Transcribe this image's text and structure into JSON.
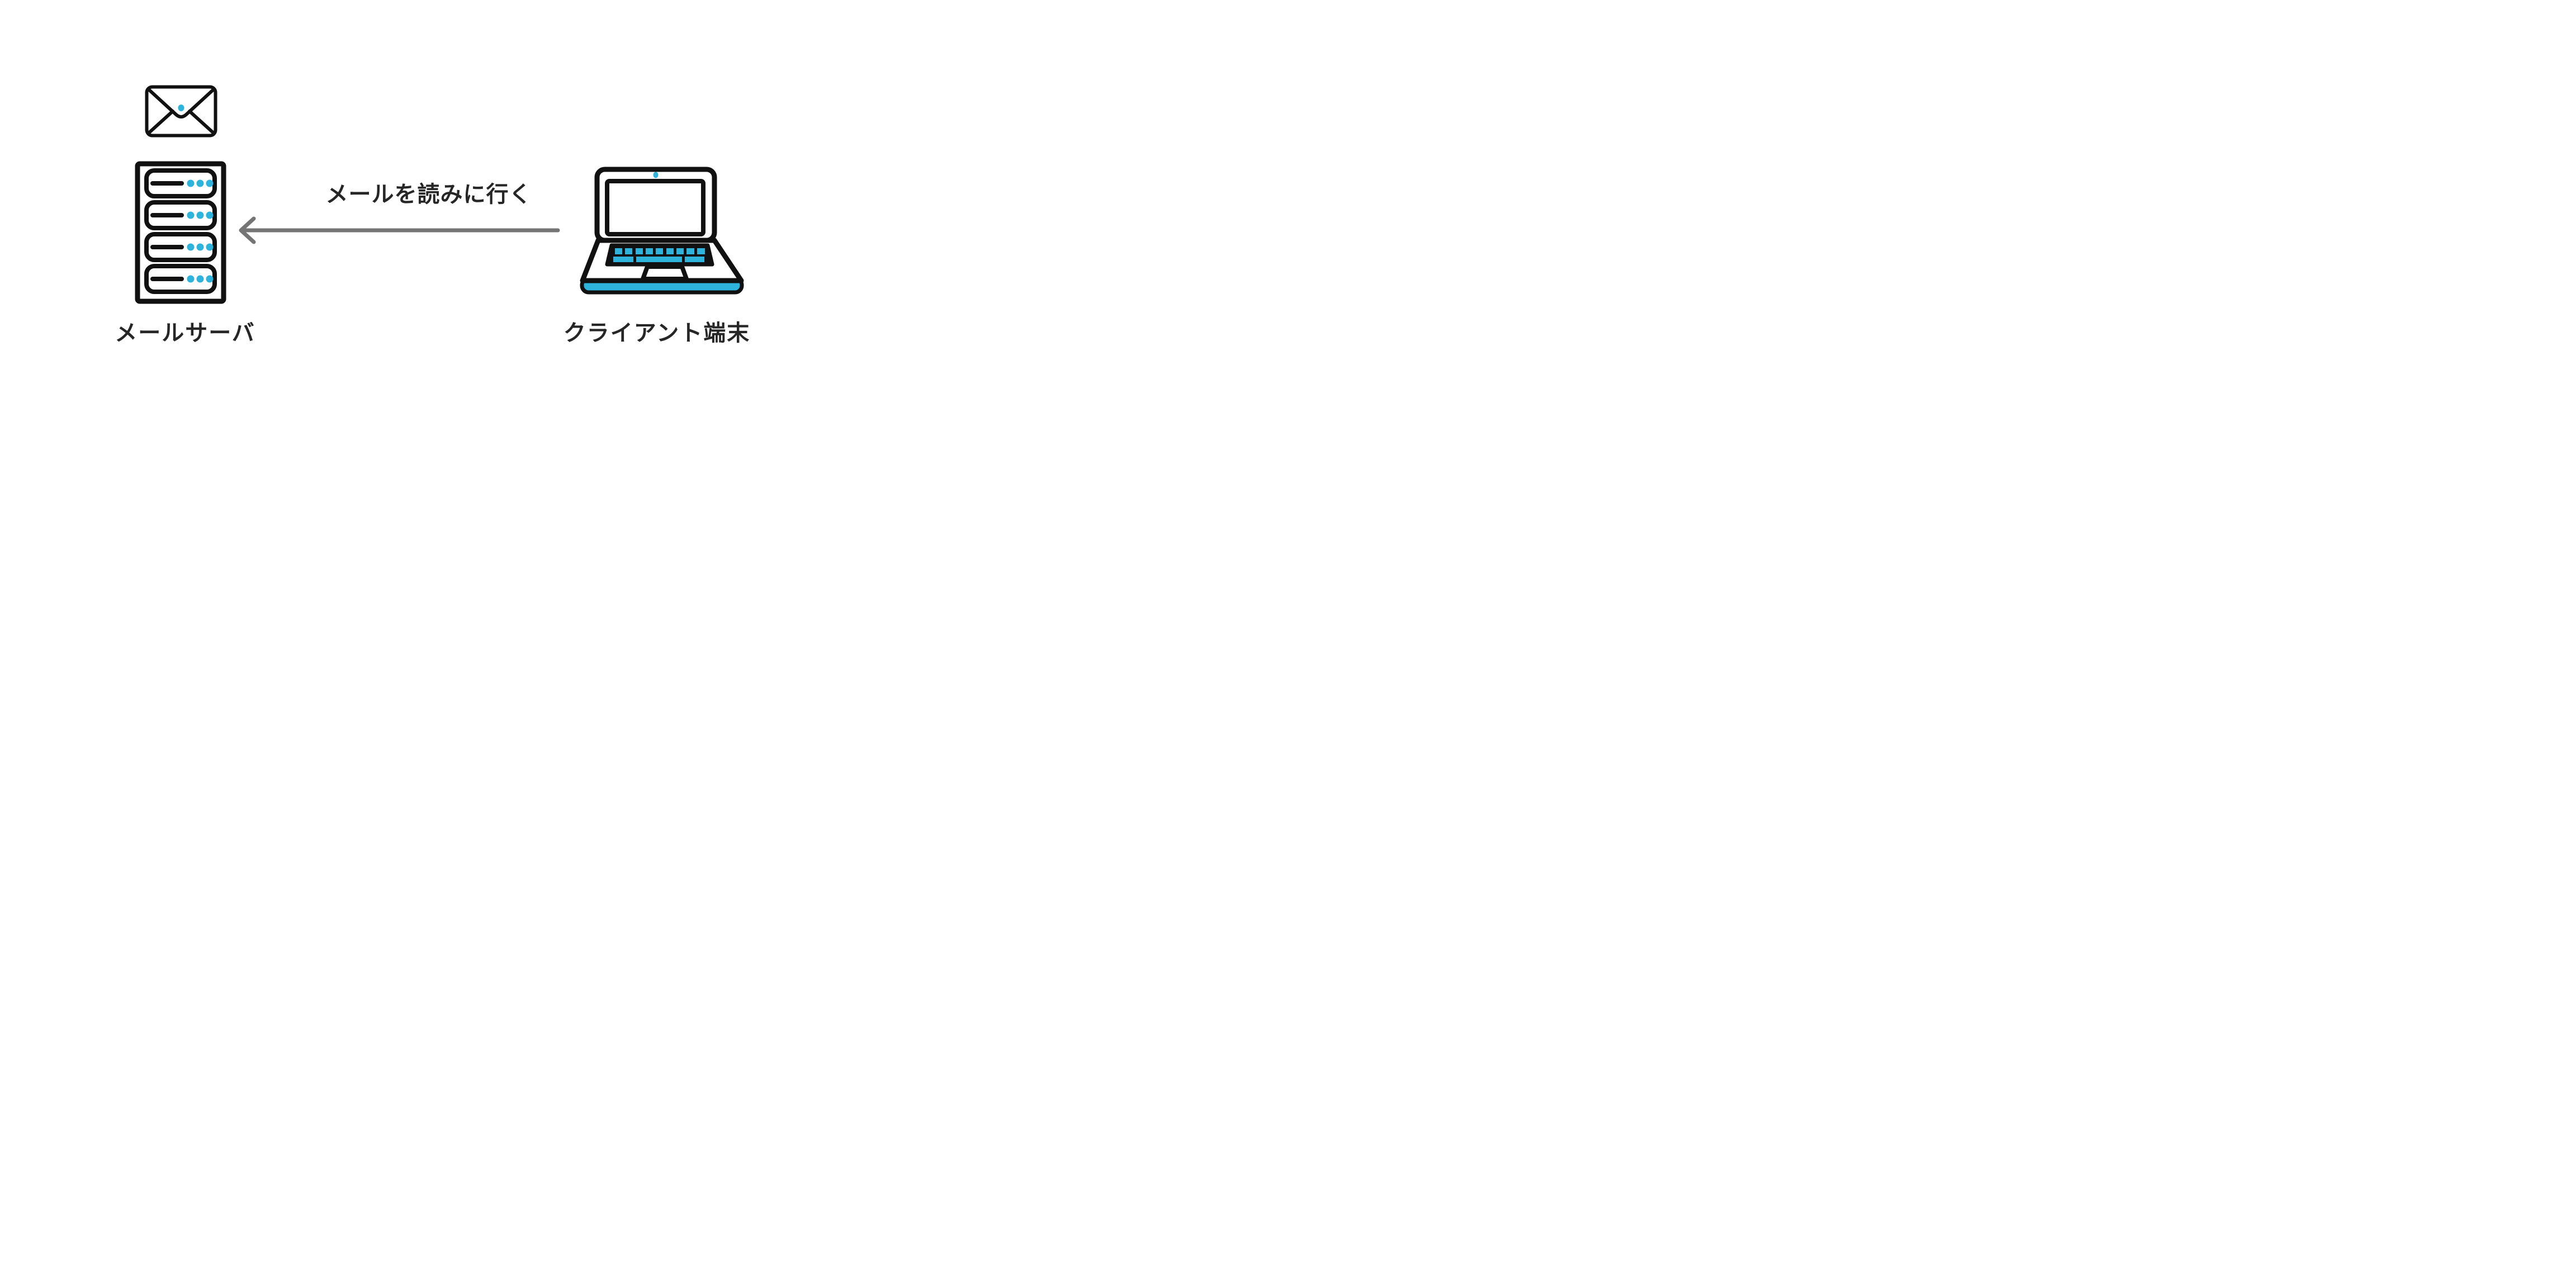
{
  "diagram": {
    "type": "network-communication-diagram",
    "background": "#ffffff",
    "left_node": {
      "label": "メールサーバ",
      "icons": [
        "envelope-icon",
        "server-rack-icon"
      ]
    },
    "right_node": {
      "label": "クライアント端末",
      "icons": [
        "laptop-icon"
      ]
    },
    "arrow": {
      "label": "メールを読みに行く",
      "from": "クライアント端末",
      "to": "メールサーバ",
      "direction": "right-to-left",
      "color": "#757575"
    },
    "colors": {
      "outline": "#111111",
      "accent_blue": "#2eb3dc",
      "arrow_gray": "#757575",
      "text": "#262626",
      "background": "#ffffff"
    }
  }
}
